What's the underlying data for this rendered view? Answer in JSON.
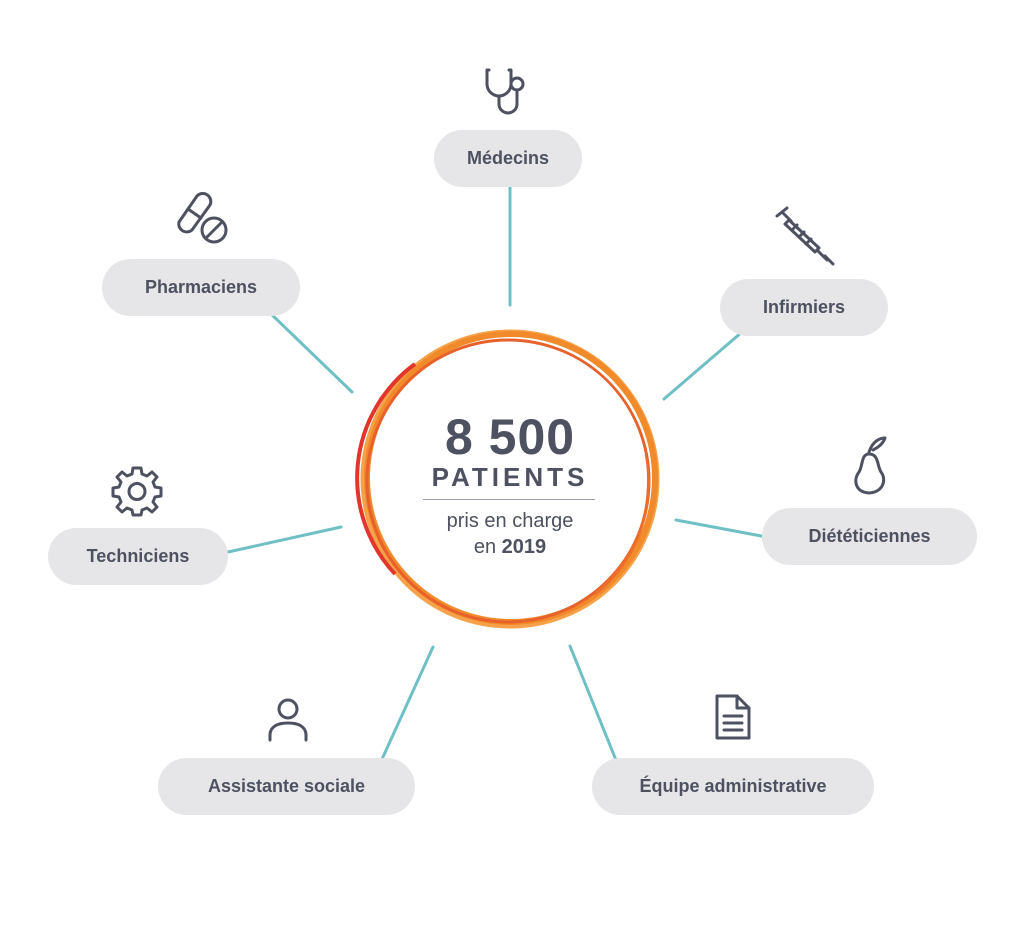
{
  "hub": {
    "count": "8 500",
    "unit": "PATIENTS",
    "line1": "pris en charge",
    "line2_prefix": "en",
    "year": "2019"
  },
  "colors": {
    "connector": "#6ec0c4",
    "pill_bg": "#e6e6e8",
    "text": "#4d5160",
    "ring_outer": "#f08a2a",
    "ring_accent": "#e2352b"
  },
  "nodes": [
    {
      "id": "medecins",
      "label": "Médecins",
      "icon": "stethoscope-icon"
    },
    {
      "id": "infirmiers",
      "label": "Infirmiers",
      "icon": "syringe-icon"
    },
    {
      "id": "dieteticiennes",
      "label": "Diététiciennes",
      "icon": "pear-icon"
    },
    {
      "id": "equipe",
      "label": "Équipe administrative",
      "icon": "document-icon"
    },
    {
      "id": "assistante",
      "label": "Assistante sociale",
      "icon": "person-icon"
    },
    {
      "id": "techniciens",
      "label": "Techniciens",
      "icon": "gear-icon"
    },
    {
      "id": "pharmaciens",
      "label": "Pharmaciens",
      "icon": "pills-icon"
    }
  ]
}
